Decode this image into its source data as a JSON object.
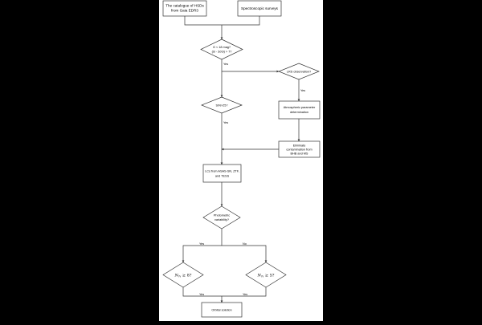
{
  "flowchart": {
    "nodes": {
      "catalogue": [
        "The catalogue of HSDs",
        "from Gaia EDR3"
      ],
      "surveys": [
        "Spectroscopic surveys"
      ],
      "criteria": [
        "G < 18 mag?",
        "(ϖ - 3σϖ) > 7?"
      ],
      "lrs": [
        "LRS observation?"
      ],
      "snr": [
        "S/N>25?"
      ],
      "atmos": [
        "Atmospheric parameter",
        "determination"
      ],
      "eliminate": [
        "Eliminate",
        "contamination from",
        "BHB and MS"
      ],
      "lcs": [
        "LCs from ASAS-SN, ZTF,",
        "and TESS"
      ],
      "photometric": [
        "Photometric",
        "variability?"
      ],
      "nrv_left": [
        "N",
        "rv",
        " ≥ 8?"
      ],
      "nrv_right": [
        "N",
        "rv",
        " ≥ 5?"
      ],
      "orbital": [
        "Orbital solution"
      ]
    },
    "edge_labels": {
      "yes": "Yes",
      "no": "No"
    }
  }
}
